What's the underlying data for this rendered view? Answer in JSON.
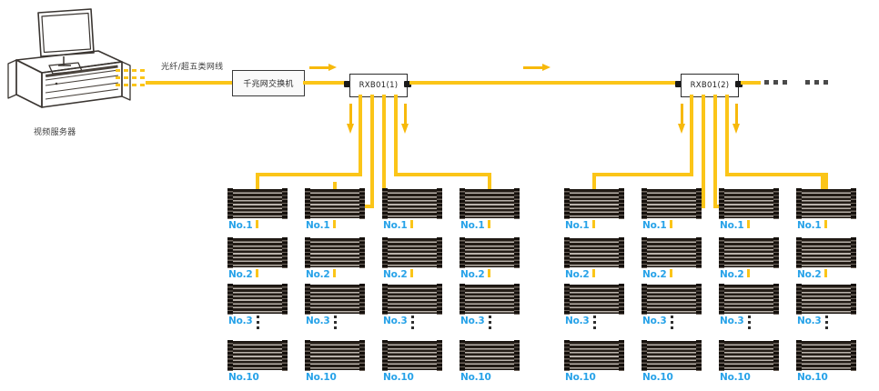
{
  "diagram": {
    "title_nodes": {
      "server_label": "视频服务器",
      "cable_label": "光纤/超五类网线",
      "switch_label": "千兆网交换机",
      "receiver_1_label": "RXB01(1)",
      "receiver_2_label": "RXB01(2)"
    },
    "colors": {
      "cable": "#FBC518",
      "arrow": "#F7B90B",
      "panel_label": "#27A2E8",
      "box_border": "#3a3a3a",
      "dots": "#4a4a4a"
    },
    "row_labels": [
      "No.1",
      "No.2",
      "No.3",
      "No.10"
    ],
    "column_count": 8,
    "group_count": 2,
    "columns_per_group": 4,
    "continuation": {
      "dots_group_1": "•••",
      "dots_group_2": "•••"
    }
  }
}
